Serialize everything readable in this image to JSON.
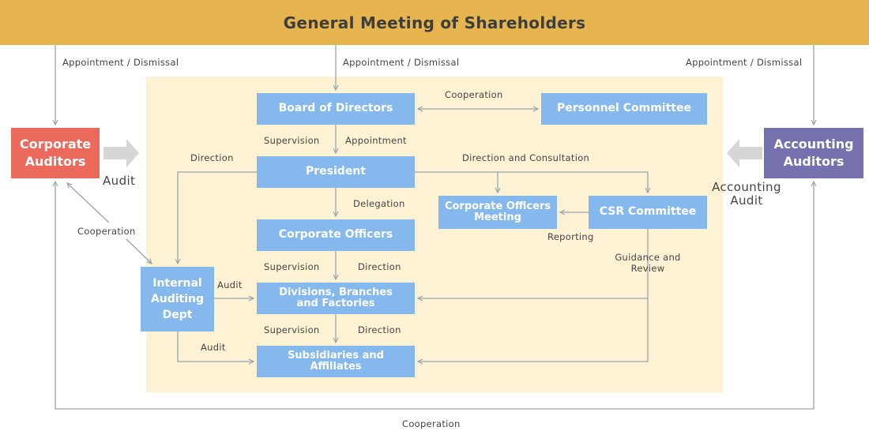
{
  "title": "General Meeting of Shareholders",
  "boxes": {
    "board": "Board of Directors",
    "personnel": "Personnel Committee",
    "president": "President",
    "corporate_officers": "Corporate Officers",
    "officers_meeting": "Corporate Officers Meeting",
    "csr": "CSR Committee",
    "divisions": "Divisions, Branches and Factories",
    "subsidiaries": "Subsidiaries and Affiliates",
    "internal_auditing": "Internal Auditing Dept",
    "corporate_auditors": "Corporate Auditors",
    "accounting_auditors": "Accounting Auditors"
  },
  "labels": {
    "appt_left": "Appointment / Dismissal",
    "appt_center": "Appointment / Dismissal",
    "appt_right": "Appointment / Dismissal",
    "cooperation_top": "Cooperation",
    "supervision_1": "Supervision",
    "appointment": "Appointment",
    "direction_left": "Direction",
    "direction_consultation": "Direction and Consultation",
    "delegation": "Delegation",
    "reporting": "Reporting",
    "supervision_2": "Supervision",
    "direction_2": "Direction",
    "guidance": "Guidance and Review",
    "audit_internal": "Audit",
    "supervision_3": "Supervision",
    "direction_3": "Direction",
    "audit_bottom": "Audit",
    "cooperation_left": "Cooperation",
    "audit_big": "Audit",
    "accounting_audit": "Accounting Audit",
    "cooperation_bottom": "Cooperation"
  },
  "colors": {
    "header": "#E6B54F",
    "panel": "#FDF2D3",
    "blue": "#85B8EC",
    "red": "#EB6A5C",
    "purple": "#7471AE",
    "line": "#9AA3AD"
  }
}
